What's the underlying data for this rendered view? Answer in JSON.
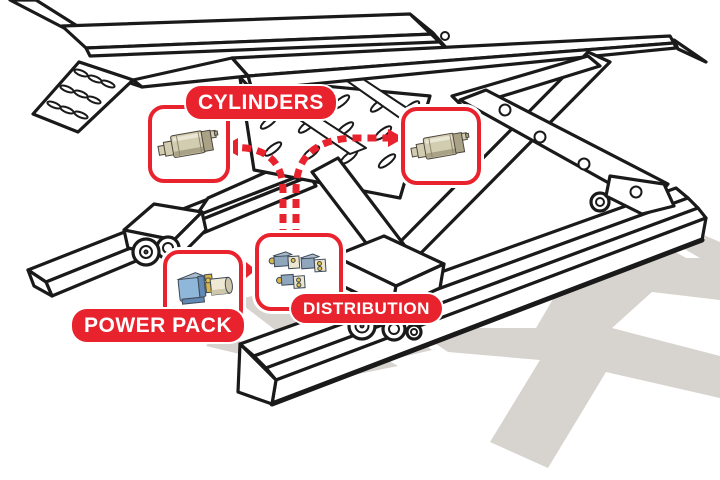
{
  "labels": {
    "cylinders": "CYLINDERS",
    "power_pack": "POWER PACK",
    "distribution": "DISTRIBUTION"
  },
  "icons": {
    "cylinder": "hydraulic-cylinder-icon",
    "power_pack": "hydraulic-power-pack-icon",
    "distribution": "valve-manifold-icon"
  },
  "colors": {
    "accent_red": "#E8232E",
    "line": "#1A1A1A",
    "shadow": "#D7D3CE",
    "cylinder_tan": "#D2CCB0",
    "cylinder_tan_dark": "#A9A287",
    "cylinder_tan_light": "#EAE6D4",
    "motor_blue": "#8FB7D9",
    "motor_blue_dark": "#6189B4",
    "tank_cream": "#EFE9D4",
    "tank_cream_dark": "#CEC7A9",
    "valve_steel": "#8FA6BC",
    "valve_steel_light": "#A9BCCE",
    "valve_cream": "#EDE6CE",
    "brass_yellow": "#D9B64A",
    "dot_yellow": "#E7C33C"
  }
}
